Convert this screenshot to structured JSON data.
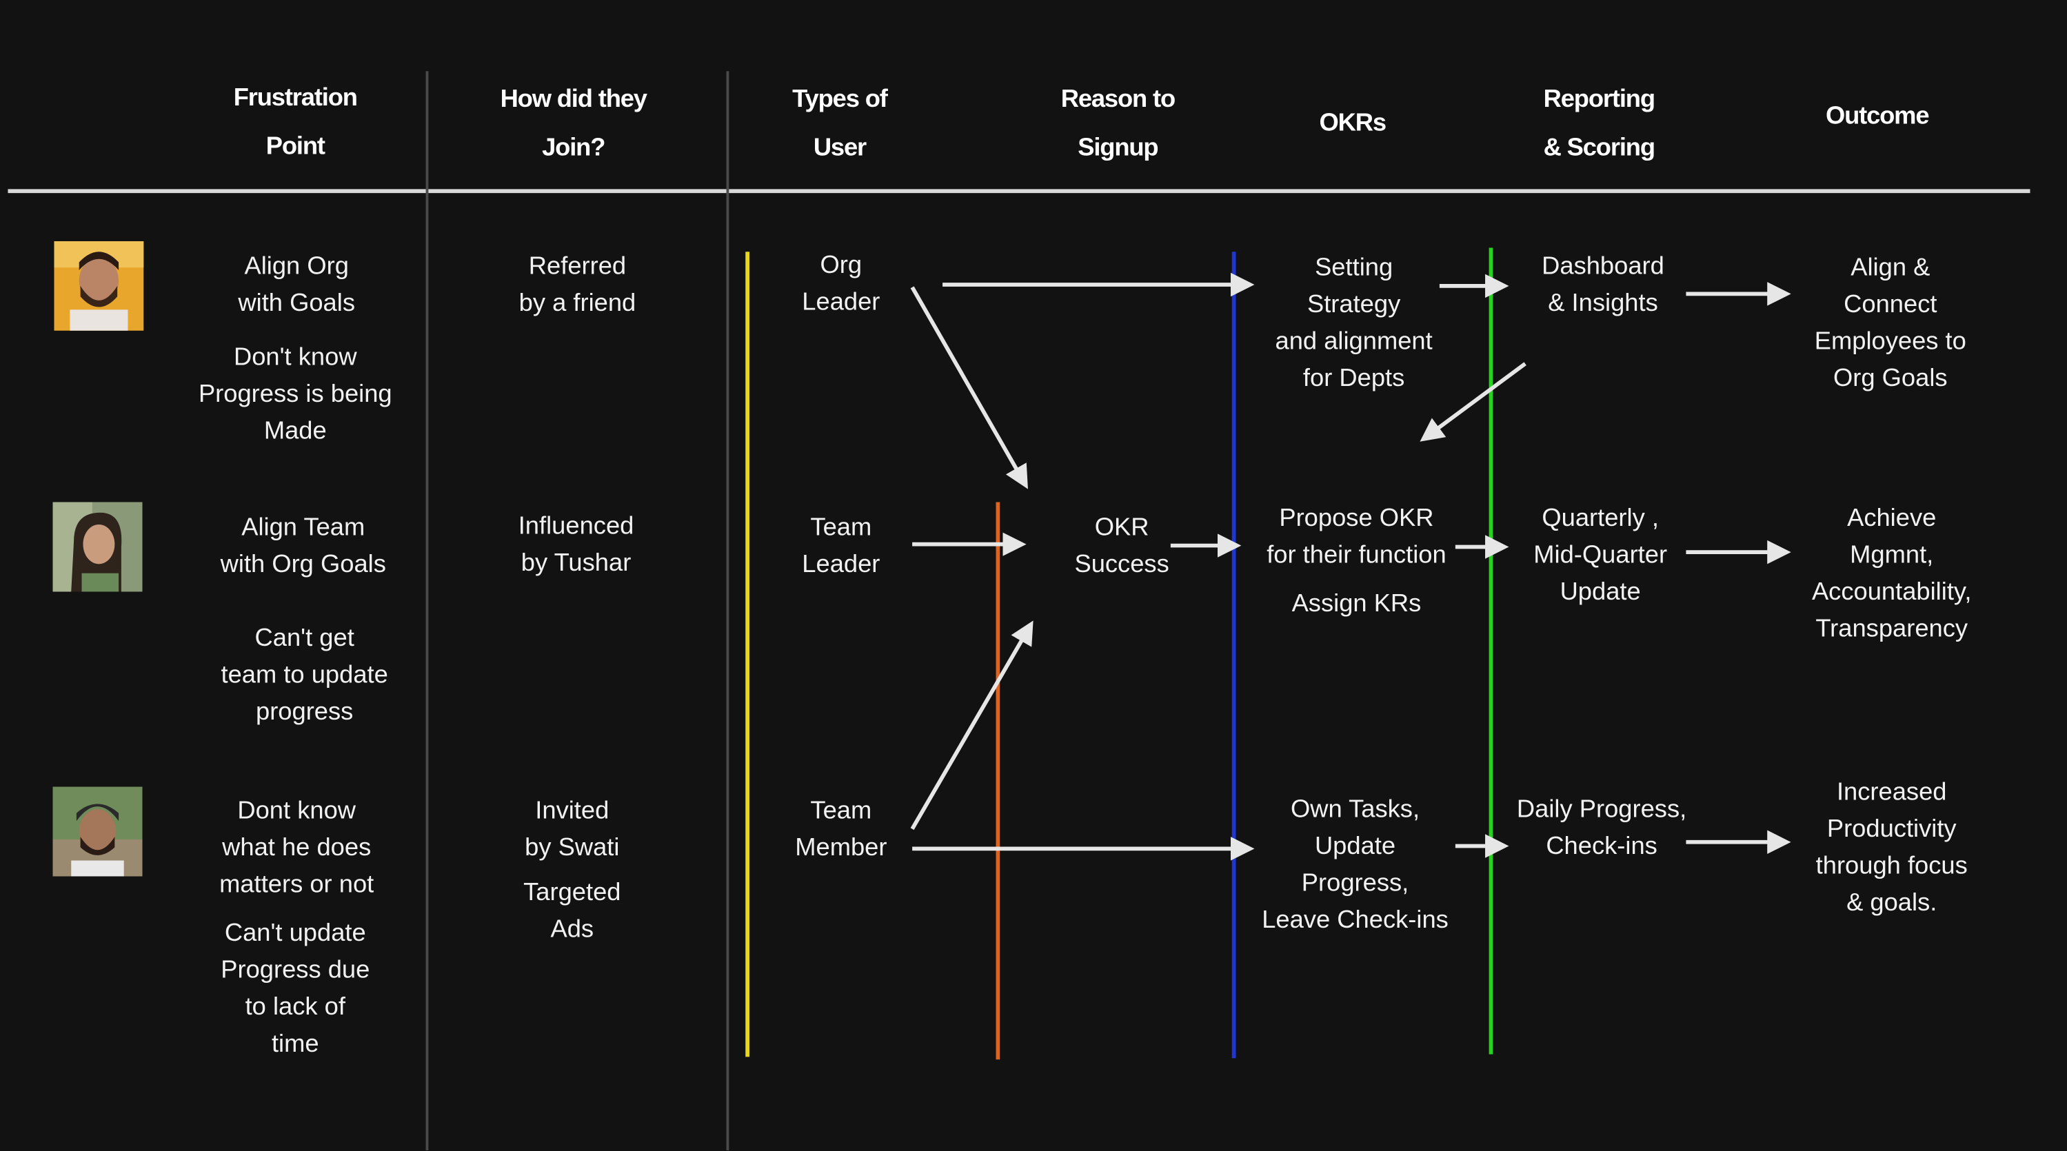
{
  "headers": {
    "frustration": [
      "Frustration",
      "Point"
    ],
    "join": [
      "How did they",
      "Join?"
    ],
    "types": [
      "Types of",
      "User"
    ],
    "reason": [
      "Reason to",
      "Signup"
    ],
    "okrs": [
      "OKRs"
    ],
    "reporting": [
      "Reporting",
      "& Scoring"
    ],
    "outcome": [
      "Outcome"
    ]
  },
  "frustration": {
    "r1a": [
      "Align Org",
      "with Goals"
    ],
    "r1b": [
      "Don't know",
      "Progress is being",
      "Made"
    ],
    "r2a": [
      "Align Team",
      "with Org Goals"
    ],
    "r2b": [
      "Can't get",
      "team to update",
      "progress"
    ],
    "r3a": [
      "Dont know",
      "what he does",
      "matters or not"
    ],
    "r3b": [
      "Can't update",
      "Progress due",
      "to lack of",
      "time"
    ]
  },
  "join": {
    "r1": [
      "Referred",
      "by a friend"
    ],
    "r2": [
      "Influenced",
      "by Tushar"
    ],
    "r3a": [
      "Invited",
      "by Swati"
    ],
    "r3b": [
      "Targeted",
      "Ads"
    ]
  },
  "types": {
    "r1": [
      "Org",
      "Leader"
    ],
    "r2": [
      "Team",
      "Leader"
    ],
    "r3": [
      "Team",
      "Member"
    ]
  },
  "reason": {
    "center": [
      "OKR",
      "Success"
    ]
  },
  "okrs": {
    "r1": [
      "Setting",
      "Strategy",
      "and alignment",
      "for Depts"
    ],
    "r2a": [
      "Propose OKR",
      "for their function"
    ],
    "r2b": [
      "Assign KRs"
    ],
    "r3": [
      "Own Tasks,",
      "Update",
      "Progress,",
      "Leave Check-ins"
    ]
  },
  "reporting": {
    "r1": [
      "Dashboard",
      "& Insights"
    ],
    "r2": [
      "Quarterly ,",
      "Mid-Quarter",
      "Update"
    ],
    "r3": [
      "Daily Progress,",
      "Check-ins"
    ]
  },
  "outcome": {
    "r1": [
      "Align &",
      "Connect",
      "Employees to",
      "Org Goals"
    ],
    "r2": [
      "Achieve",
      "Mgmnt,",
      "Accountability,",
      "Transparency"
    ],
    "r3": [
      "Increased",
      "Productivity",
      "through focus",
      "& goals."
    ]
  },
  "colors": {
    "background": "#121212",
    "divider": "#d9d9d9",
    "column_rule": "#4a4a4a",
    "arrow": "#e6e6e6",
    "yellow_line": "#e8d71e",
    "orange_line": "#e0621c",
    "blue_line": "#1f35d6",
    "green_line": "#2ad123"
  },
  "avatars": [
    "avatar-man-beard",
    "avatar-woman",
    "avatar-man-turban"
  ]
}
